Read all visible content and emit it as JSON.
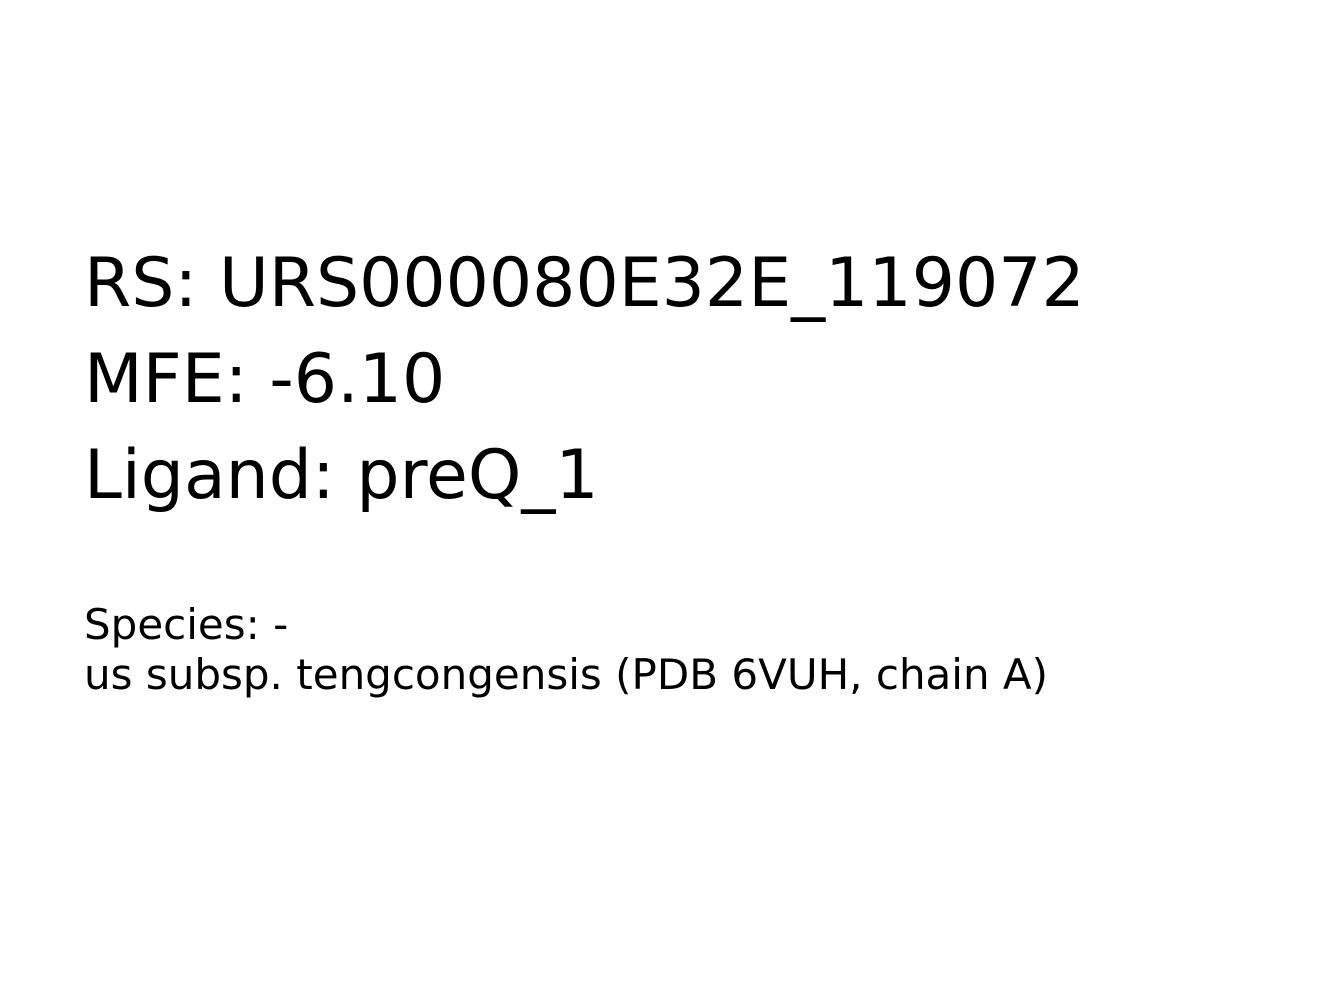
{
  "info": {
    "rs": "RS: URS000080E32E_119072",
    "mfe": "MFE: -6.10",
    "ligand": "Ligand: preQ_1",
    "species_line_1": "Species: -",
    "species_line_2": "us subsp. tengcongensis (PDB 6VUH, chain A)"
  },
  "colors": {
    "background": "#ffffff",
    "text": "#000000"
  }
}
